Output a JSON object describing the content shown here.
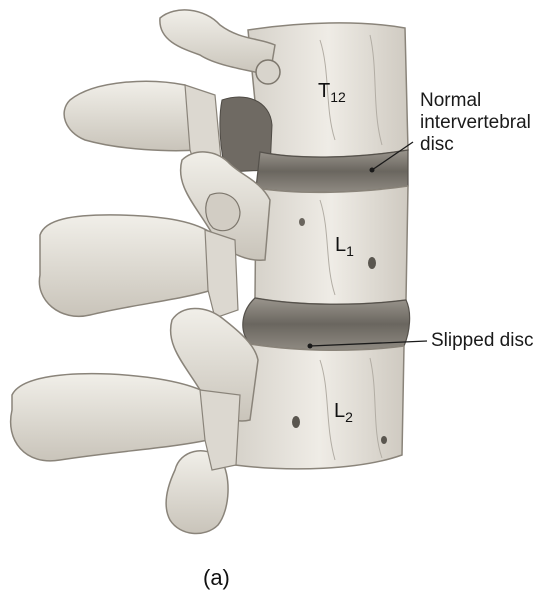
{
  "labels": {
    "t12_main": "T",
    "t12_sub": "12",
    "l1_main": "L",
    "l1_sub": "1",
    "l2_main": "L",
    "l2_sub": "2",
    "normal_disc_line1": "Normal",
    "normal_disc_line2": "intervertebral",
    "normal_disc_line3": "disc",
    "slipped_disc": "Slipped disc"
  },
  "caption": "(a)",
  "colors": {
    "bone": "#e9e6df",
    "bone_shadow": "#b9b4aa",
    "bone_dark": "#8a847a",
    "disc": "#6e6a64",
    "disc_light": "#a7a29a",
    "ink": "#1a1a1a"
  }
}
